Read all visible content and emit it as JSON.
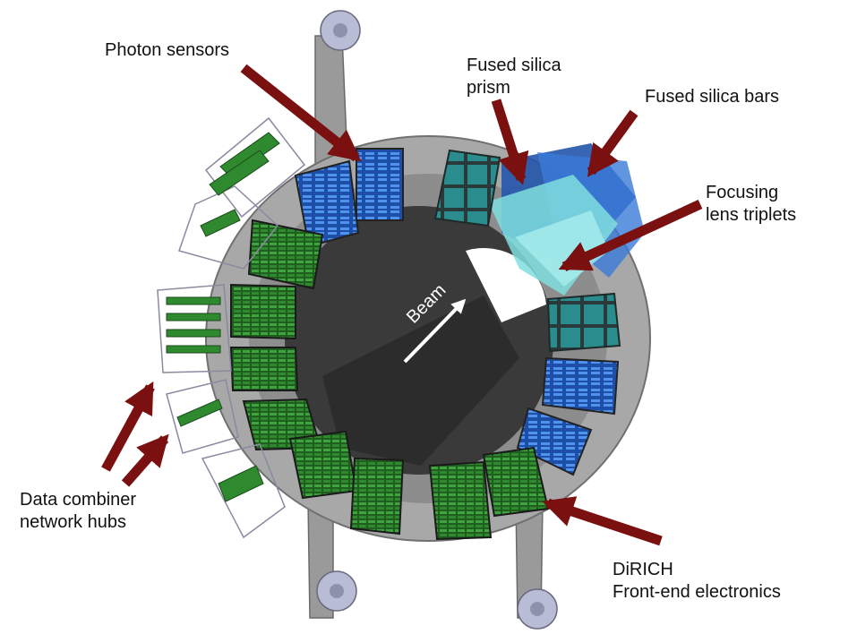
{
  "labels": {
    "photon_sensors": "Photon sensors",
    "fused_silica_prism_1": "Fused silica",
    "fused_silica_prism_2": "prism",
    "fused_silica_bars": "Fused silica bars",
    "focusing_lens_1": "Focusing",
    "focusing_lens_2": "lens triplets",
    "data_combiner_1": "Data combiner",
    "data_combiner_2": "network hubs",
    "dirich_1": "DiRICH",
    "dirich_2": "Front-end electronics",
    "beam": "Beam"
  },
  "colors": {
    "arrow": "#7a1010",
    "frame": "#9a9a9a",
    "body_dark": "#3a3a3a",
    "electronics": "#2f8a2f",
    "sensors": "#2f6fd0",
    "prism": "#2a8c8c",
    "lens": "#7fdede"
  }
}
